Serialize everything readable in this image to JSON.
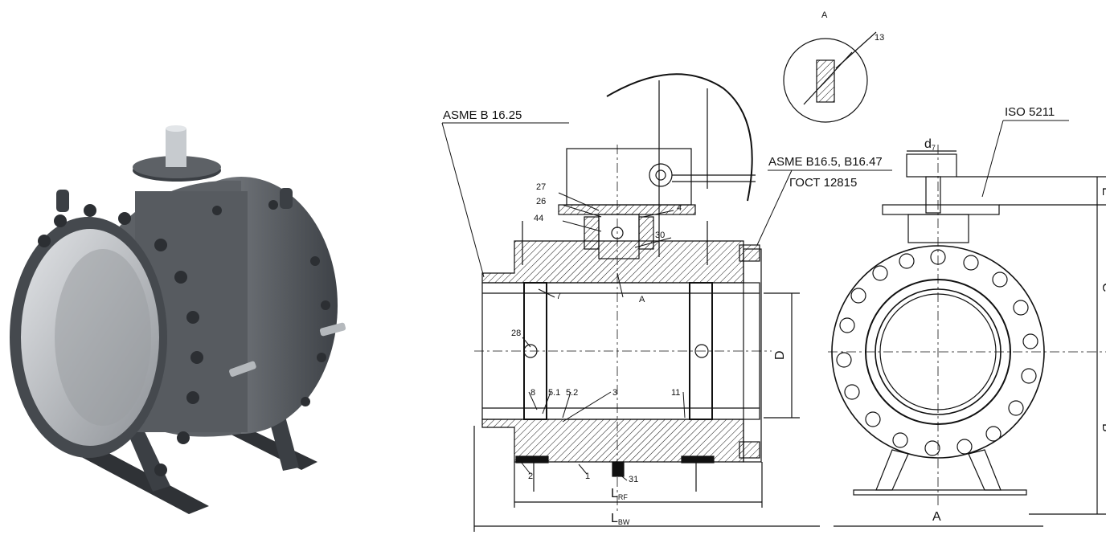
{
  "labels": {
    "asme_b1625": "ASME B 16.25",
    "asme_b165": "ASME B16.5, B16.47",
    "gost": "ГОСТ 12815",
    "iso": "ISO 5211",
    "view_a": "A",
    "callout_a": "A"
  },
  "parts": {
    "p27": "27",
    "p26": "26",
    "p4": "4",
    "p44": "44",
    "p30": "30",
    "p7": "7",
    "p28": "28",
    "p8": "8",
    "p51": "5.1",
    "p52": "5.2",
    "p3": "3",
    "p11": "11",
    "p2": "2",
    "p1": "1",
    "p31": "31",
    "p13": "13"
  },
  "dims": {
    "D": "D",
    "C": "C",
    "B": "B",
    "E": "E",
    "A": "A",
    "d7_main": "d",
    "d7_sub": "7",
    "lrf_main": "L",
    "lrf_sub": "RF",
    "lbw_main": "L",
    "lbw_sub": "BW"
  },
  "colors": {
    "ink": "#111111",
    "body": "#5a5e63",
    "metal": "#b9bdc2"
  }
}
